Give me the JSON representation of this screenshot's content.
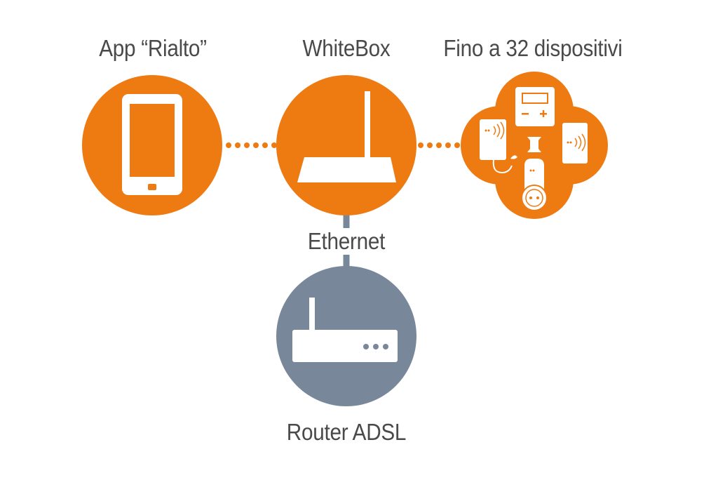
{
  "labels": {
    "app": "App “Rialto”",
    "whitebox": "WhiteBox",
    "devices": "Fino a 32 dispositivi",
    "ethernet": "Ethernet",
    "router": "Router ADSL"
  },
  "colors": {
    "orange": "#ee7a12",
    "gray": "#78889a",
    "text": "#4a4a4a",
    "white": "#ffffff"
  },
  "icons": {
    "app_node": "smartphone-icon",
    "whitebox_node": "wireless-router-icon",
    "devices_node": "device-cluster-icon",
    "router_node": "adsl-router-icon"
  }
}
